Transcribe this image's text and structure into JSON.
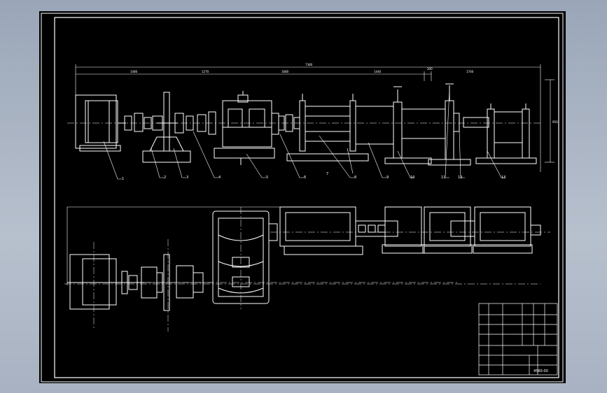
{
  "drawing": {
    "background_color": "#000000",
    "line_color": "#ffffff",
    "part_numbers": [
      "1",
      "2",
      "3",
      "4",
      "5",
      "6",
      "7",
      "8",
      "9",
      "10",
      "11",
      "12",
      "13"
    ],
    "title_block": {
      "drawing_code": "4560-00"
    }
  }
}
